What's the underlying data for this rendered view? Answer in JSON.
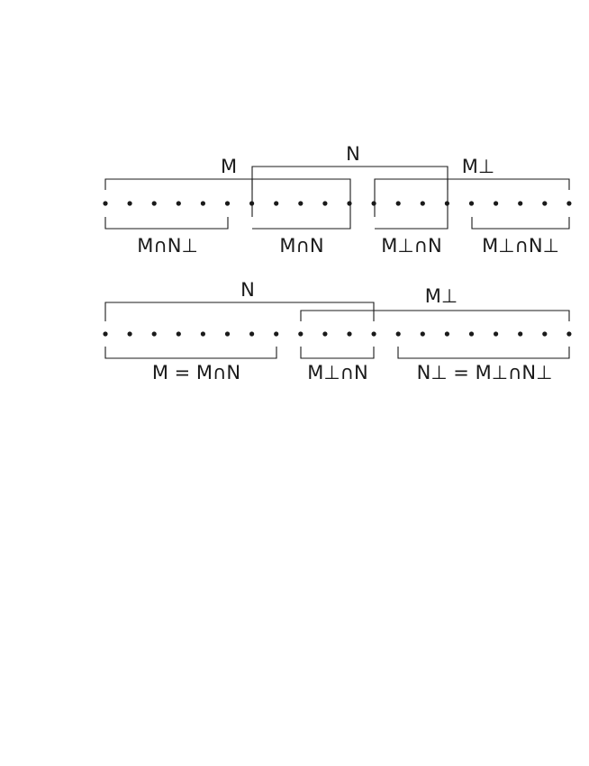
{
  "colors": {
    "ink": "#1a1a1a",
    "background": "#ffffff"
  },
  "diagram_top": {
    "dot_count": 20,
    "labels": {
      "M": "M",
      "N": "N",
      "M_perp": "M⊥",
      "M_cap_N_perp": "M∩N⊥",
      "M_cap_N": "M∩N",
      "M_perp_cap_N": "M⊥∩N",
      "M_perp_cap_N_perp": "M⊥∩N⊥"
    }
  },
  "diagram_bottom": {
    "dot_count": 20,
    "labels": {
      "N": "N",
      "M_perp": "M⊥",
      "M_eq_M_cap_N": "M = M∩N",
      "M_perp_cap_N": "M⊥∩N",
      "N_perp_eq": "N⊥ = M⊥∩N⊥"
    }
  }
}
